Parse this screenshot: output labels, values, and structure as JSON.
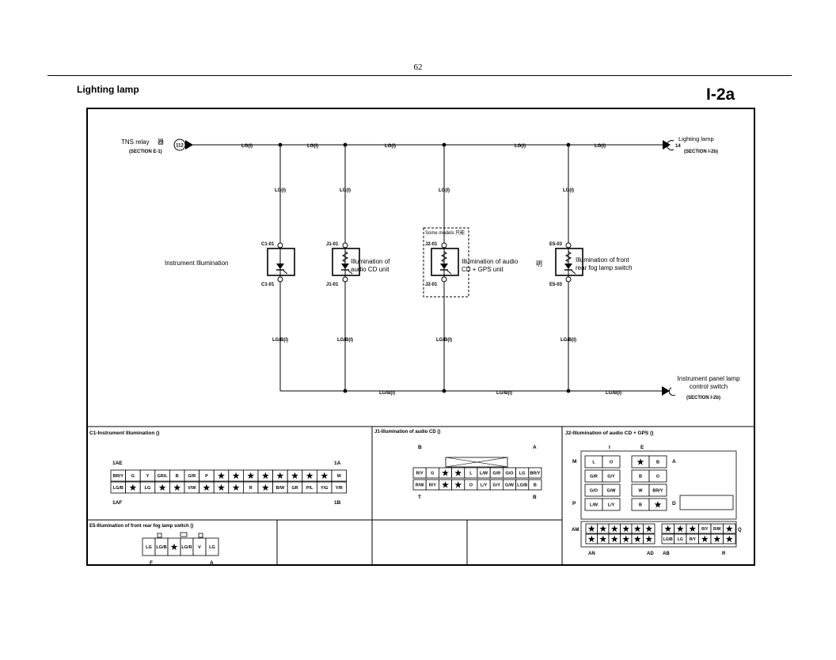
{
  "page": {
    "number": "62",
    "title": "Lighting lamp",
    "code": "I-2a"
  },
  "circuit": {
    "source": {
      "label": "TNS relay",
      "glyph": "器",
      "connector": "112",
      "section": "(SECTION E-1)"
    },
    "sink_top": {
      "label": "Lighting lamp",
      "connector": "14",
      "section": "(SECTION I-2b)"
    },
    "sink_bottom": {
      "label1": "Instrument panel lamp",
      "label2": "control switch",
      "section": "(SECTION I-2b)"
    },
    "wire_top": "LG(I)",
    "wire_bottom": "LG/B(I)",
    "optional_note": "Some models",
    "optional_glyph": "只能",
    "side_glyph": "明",
    "components": [
      {
        "pin_top": "C1-01",
        "pin_bottom": "C1-01",
        "label1": "Instrument Illumination",
        "label2": ""
      },
      {
        "pin_top": "J1-01",
        "pin_bottom": "J1-01",
        "label1": "Illumination of",
        "label2": "audio CD unit"
      },
      {
        "pin_top": "J2-01",
        "pin_bottom": "J2-01",
        "label1": "Illumination of audio",
        "label2": "CD + GPS unit"
      },
      {
        "pin_top": "E5-03",
        "pin_bottom": "E5-03",
        "label1": "Illumination of front",
        "label2": "rear fog lamp switch"
      }
    ]
  },
  "connectors": {
    "c1": {
      "title": "C1-Instrument Illumination ()",
      "tl": "1AE",
      "tr": "1A",
      "bl": "1AF",
      "br": "1B",
      "row1": [
        "BR/Y",
        "G",
        "Y",
        "GR/L",
        "B",
        "G/R",
        "P",
        "★",
        "★",
        "★",
        "★",
        "★",
        "★",
        "★",
        "★",
        "W"
      ],
      "row2": [
        "LG/B",
        "★",
        "LG",
        "★",
        "★",
        "V/W",
        "★",
        "★",
        "★",
        "R",
        "★",
        "B/W",
        "GR",
        "P/L",
        "Y/G",
        "Y/R"
      ]
    },
    "j1": {
      "title": "J1-Illumination of audio CD ()",
      "tl": "B",
      "tr": "A",
      "bl": "T",
      "br": "B",
      "row1": [
        "R/Y",
        "G",
        "★",
        "★",
        "L",
        "L/W",
        "G/R",
        "G/O",
        "LG",
        "BR/Y"
      ],
      "row2": [
        "R/W",
        "R/Y",
        "★",
        "★",
        "O",
        "L/Y",
        "G/Y",
        "G/W",
        "LG/B",
        "B"
      ]
    },
    "j2": {
      "title": "J2-Illumination of audio CD + GPS ()",
      "labels": {
        "I": "I",
        "E": "E",
        "M": "M",
        "A": "A",
        "P": "P",
        "D": "D",
        "AM": "AM",
        "Q": "Q",
        "AN": "AN",
        "AD": "AD",
        "AB": "AB",
        "R": "R"
      },
      "grid_left": [
        [
          "L",
          "O"
        ],
        [
          "G/R",
          "G/Y"
        ],
        [
          "G/O",
          "G/W"
        ],
        [
          "L/W",
          "L/Y"
        ]
      ],
      "grid_right": [
        [
          "★",
          "B"
        ],
        [
          "B",
          "G"
        ],
        [
          "W",
          "BR/Y"
        ],
        [
          "B",
          "★"
        ]
      ],
      "strip_left_row1": [
        "★",
        "★",
        "★",
        "★",
        "★",
        "★"
      ],
      "strip_left_row2": [
        "★",
        "★",
        "★",
        "★",
        "★",
        "★"
      ],
      "strip_right_row1": [
        "★",
        "★",
        "★",
        "R/Y",
        "R/W",
        "★"
      ],
      "strip_right_row2": [
        "LG/B",
        "LG",
        "R/Y",
        "★",
        "★",
        "★"
      ]
    },
    "e5": {
      "title": "E5-Illumination of front rear fog lamp switch ()",
      "bl": "F",
      "br": "A",
      "row": [
        "LG",
        "LG/B",
        "★",
        "LG/R",
        "V",
        "LG"
      ]
    }
  }
}
